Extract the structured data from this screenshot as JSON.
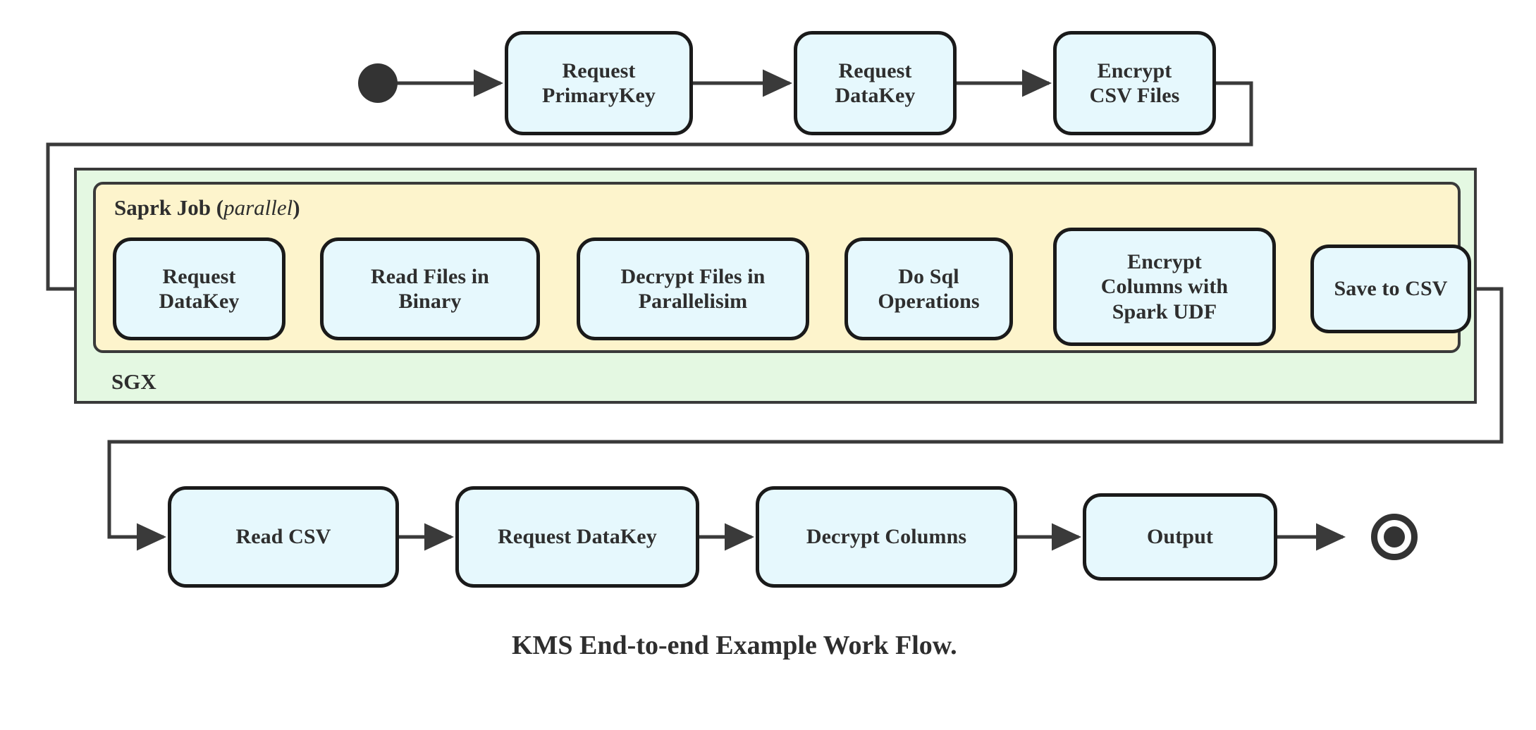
{
  "diagram": {
    "caption": "KMS End-to-end Example Work Flow.",
    "colors": {
      "node_fill": "#e6f8fd",
      "node_stroke": "#1a1a1a",
      "sgx_fill": "#e4f8e2",
      "spark_fill": "#fdf4cc",
      "wire": "#3a3a3a",
      "text": "#2e2e2e"
    },
    "markers": {
      "start": "start-node",
      "end": "end-node"
    },
    "containers": {
      "sgx": {
        "label": "SGX"
      },
      "spark": {
        "label_bold": "Saprk Job",
        "label_paren_open": "(",
        "label_italic": "parallel",
        "label_paren_close": ")"
      }
    },
    "rows": {
      "top": [
        {
          "id": "request-primarykey",
          "label": "Request\nPrimaryKey"
        },
        {
          "id": "request-datakey-top",
          "label": "Request\nDataKey"
        },
        {
          "id": "encrypt-csv-files",
          "label": "Encrypt\nCSV Files"
        }
      ],
      "middle": [
        {
          "id": "request-datakey-spark",
          "label": "Request\nDataKey"
        },
        {
          "id": "read-files-in-binary",
          "label": "Read Files in\nBinary"
        },
        {
          "id": "decrypt-files-in-parallelisim",
          "label": "Decrypt Files in\nParallelisim"
        },
        {
          "id": "do-sql-operations",
          "label": "Do Sql\nOperations"
        },
        {
          "id": "encrypt-columns-with-spark-udf",
          "label": "Encrypt\nColumns with\nSpark UDF"
        },
        {
          "id": "save-to-csv",
          "label": "Save to CSV"
        }
      ],
      "bottom": [
        {
          "id": "read-csv",
          "label": "Read CSV"
        },
        {
          "id": "request-datakey-bottom",
          "label": "Request DataKey"
        },
        {
          "id": "decrypt-columns",
          "label": "Decrypt Columns"
        },
        {
          "id": "output",
          "label": "Output"
        }
      ]
    }
  }
}
